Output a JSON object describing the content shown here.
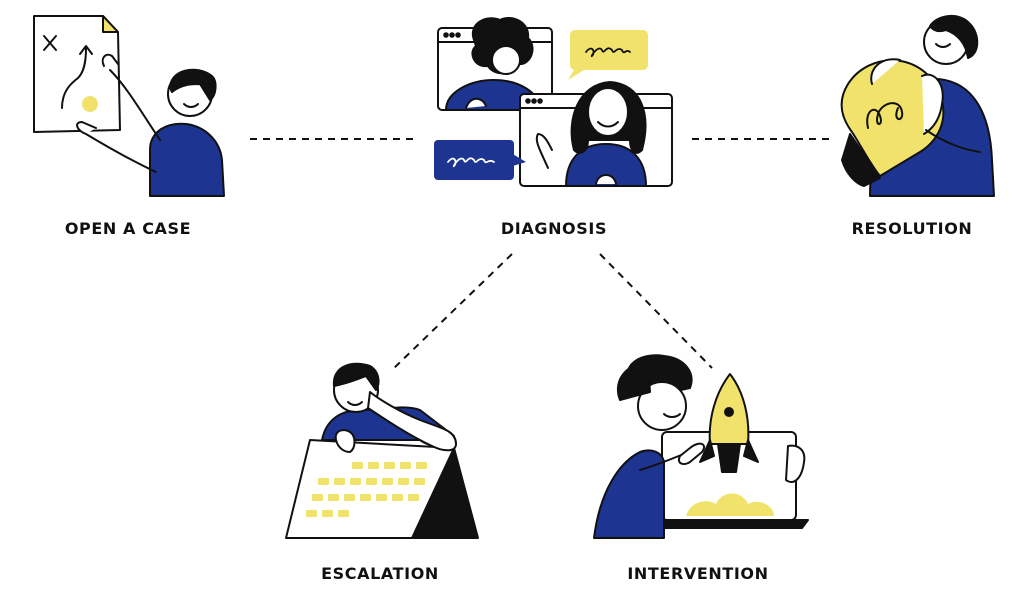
{
  "colors": {
    "ink": "#111111",
    "blue": "#1d3591",
    "yellow": "#f0e26a",
    "paper": "#ffffff"
  },
  "steps": {
    "open_case": {
      "label": "OPEN A CASE",
      "illustration": "person-pinning-paper-icon"
    },
    "diagnosis": {
      "label": "DIAGNOSIS",
      "illustration": "video-call-chat-icon"
    },
    "resolution": {
      "label": "RESOLUTION",
      "illustration": "person-hugging-lightbulb-icon"
    },
    "escalation": {
      "label": "ESCALATION",
      "illustration": "person-leaning-on-calendar-icon"
    },
    "intervention": {
      "label": "INTERVENTION",
      "illustration": "person-with-rocket-laptop-icon"
    }
  }
}
